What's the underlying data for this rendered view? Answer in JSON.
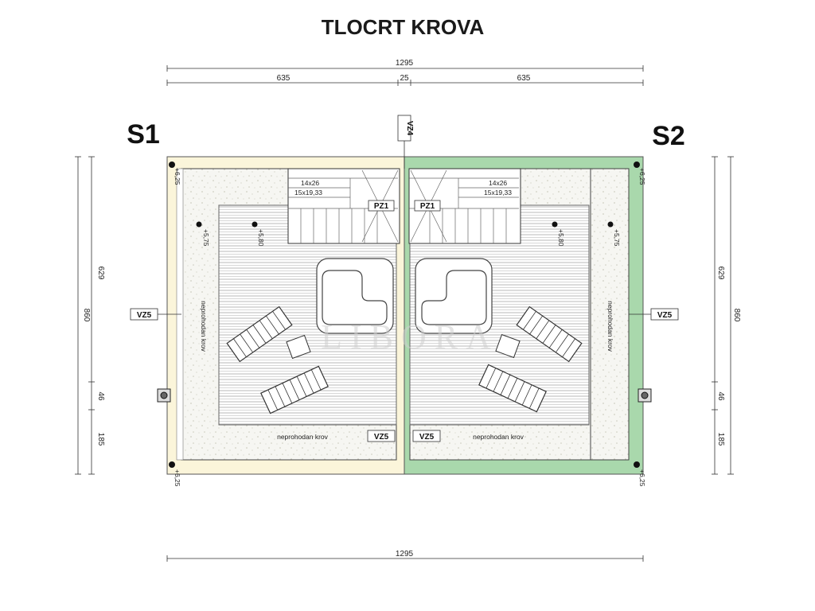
{
  "title": "TLOCRT KROVA",
  "units": {
    "left": "S1",
    "right": "S2"
  },
  "dimensions": {
    "top_total": "1295",
    "top_left": "635",
    "top_mid": "25",
    "top_right": "635",
    "bottom_total": "1295",
    "side_total": "860",
    "side_upper": "629",
    "side_mid": "46",
    "side_lower": "185"
  },
  "levels": {
    "corner": "+6,25",
    "gutter": "+5,75",
    "terrace": "+5,80"
  },
  "stairs": {
    "steps_top": "14x26",
    "steps_bottom": "15x19,33"
  },
  "tags": {
    "pz": "PZ1",
    "vz4": "VZ4",
    "vz5": "VZ5"
  },
  "roof_label": "neprohodan krov",
  "watermark": "LIBORA",
  "colors": {
    "s1_fill": "#fbf5da",
    "s2_fill": "#a9d8ac",
    "deck_line": "#9a9a9a",
    "gravel": "#e3e3d8"
  }
}
